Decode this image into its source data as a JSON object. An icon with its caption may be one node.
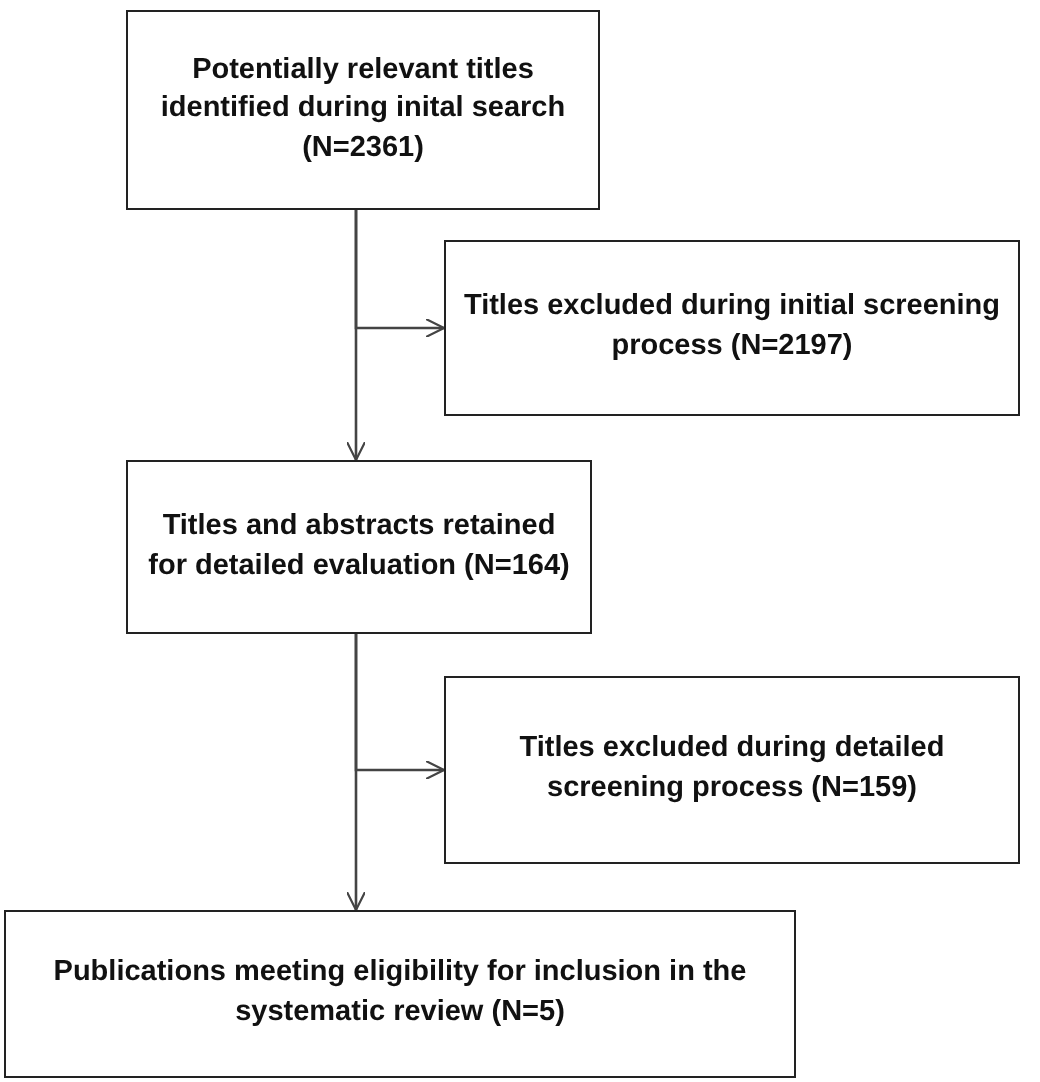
{
  "diagram": {
    "nodes": [
      {
        "text": [
          "Potentially relevant titles identified during inital search (N=2361)"
        ]
      },
      {
        "text": [
          "Titles excluded during initial screening process (N=2197)"
        ]
      },
      {
        "text": [
          "Titles and abstracts retained for detailed evaluation (N=164)"
        ]
      },
      {
        "text": [
          "Titles excluded during detailed screening process (N=159)"
        ]
      },
      {
        "text": [
          "Publications meeting eligibility for inclusion in the systematic review (N=5)"
        ]
      }
    ],
    "edges": [
      {
        "from": 0,
        "to": 2,
        "arrow": "to"
      },
      {
        "from": 0,
        "to": 1,
        "arrow": "to"
      },
      {
        "from": 2,
        "to": 4,
        "arrow": "to"
      },
      {
        "from": 2,
        "to": 3,
        "arrow": "to"
      }
    ]
  }
}
